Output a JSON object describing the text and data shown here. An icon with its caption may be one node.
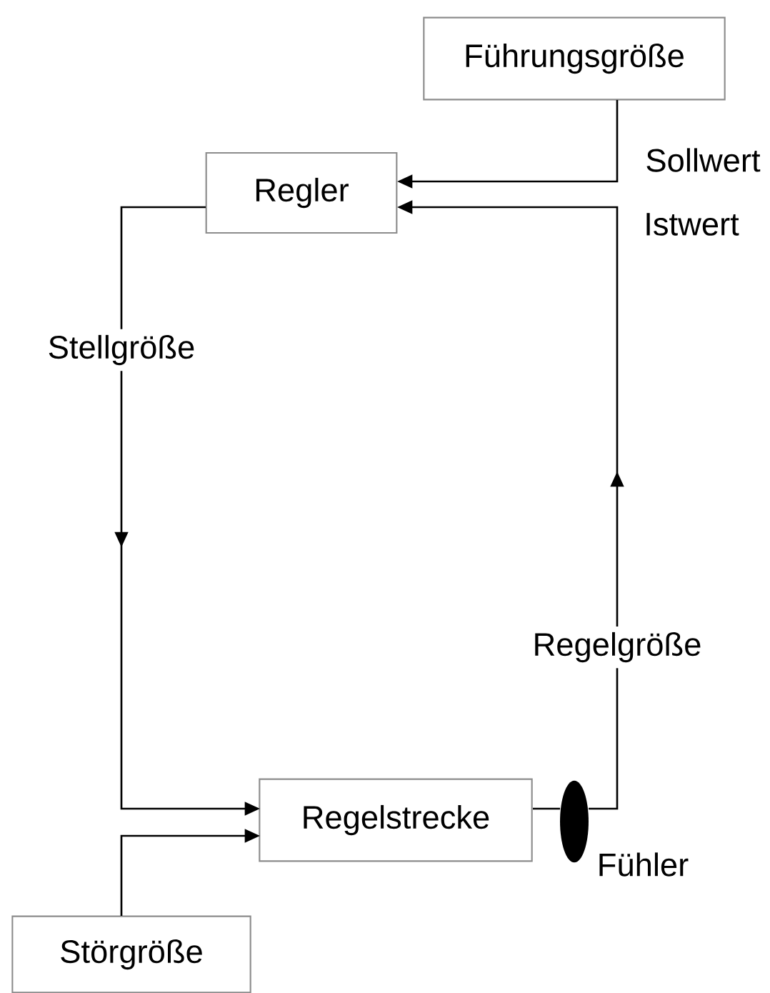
{
  "diagram": {
    "nodes": [
      {
        "text": [
          "Führungsgröße"
        ]
      },
      {
        "text": [
          "Regler"
        ]
      },
      {
        "text": [
          "Regelstrecke"
        ]
      },
      {
        "text": [
          "Störgröße"
        ]
      },
      {
        "text": [],
        "shape": "ellipse",
        "beside": [
          "Fühler"
        ]
      }
    ],
    "edges": [
      {
        "from": 0,
        "to": 1,
        "arrow": "to",
        "label": "Sollwert"
      },
      {
        "from": 1,
        "to": 2,
        "arrow": "to",
        "label": "Stellgröße"
      },
      {
        "from": 3,
        "to": 2,
        "arrow": "to"
      },
      {
        "from": 2,
        "to": 4,
        "arrow": "none"
      },
      {
        "from": 4,
        "to": 1,
        "arrow": "to",
        "label": "Regelgröße"
      }
    ],
    "labels": [
      "Istwert"
    ]
  }
}
